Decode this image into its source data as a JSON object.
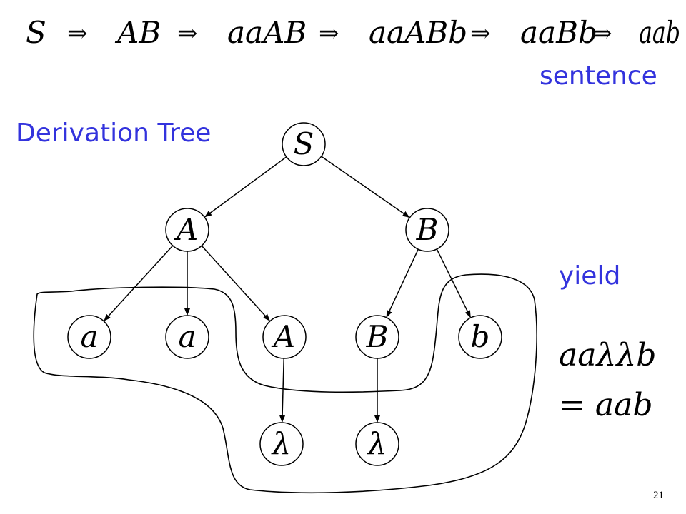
{
  "derivation": {
    "steps": [
      "S",
      "AB",
      "aaAB",
      "aaABb",
      "aaBb",
      "aab"
    ],
    "arrow": "⇒"
  },
  "labels": {
    "sentence": "sentence",
    "tree_title": "Derivation Tree",
    "yield": "yield"
  },
  "yield_expression": {
    "line1": "aaλλb",
    "line2": "= aab"
  },
  "tree": {
    "nodes": [
      {
        "id": "S",
        "label": "S"
      },
      {
        "id": "A1",
        "label": "A"
      },
      {
        "id": "B1",
        "label": "B"
      },
      {
        "id": "a1",
        "label": "a"
      },
      {
        "id": "a2",
        "label": "a"
      },
      {
        "id": "A2",
        "label": "A"
      },
      {
        "id": "B2",
        "label": "B"
      },
      {
        "id": "b1",
        "label": "b"
      },
      {
        "id": "L1",
        "label": "λ"
      },
      {
        "id": "L2",
        "label": "λ"
      }
    ],
    "edges": [
      [
        "S",
        "A1"
      ],
      [
        "S",
        "B1"
      ],
      [
        "A1",
        "a1"
      ],
      [
        "A1",
        "a2"
      ],
      [
        "A1",
        "A2"
      ],
      [
        "B1",
        "B2"
      ],
      [
        "B1",
        "b1"
      ],
      [
        "A2",
        "L1"
      ],
      [
        "B2",
        "L2"
      ]
    ]
  },
  "page_number": "21"
}
